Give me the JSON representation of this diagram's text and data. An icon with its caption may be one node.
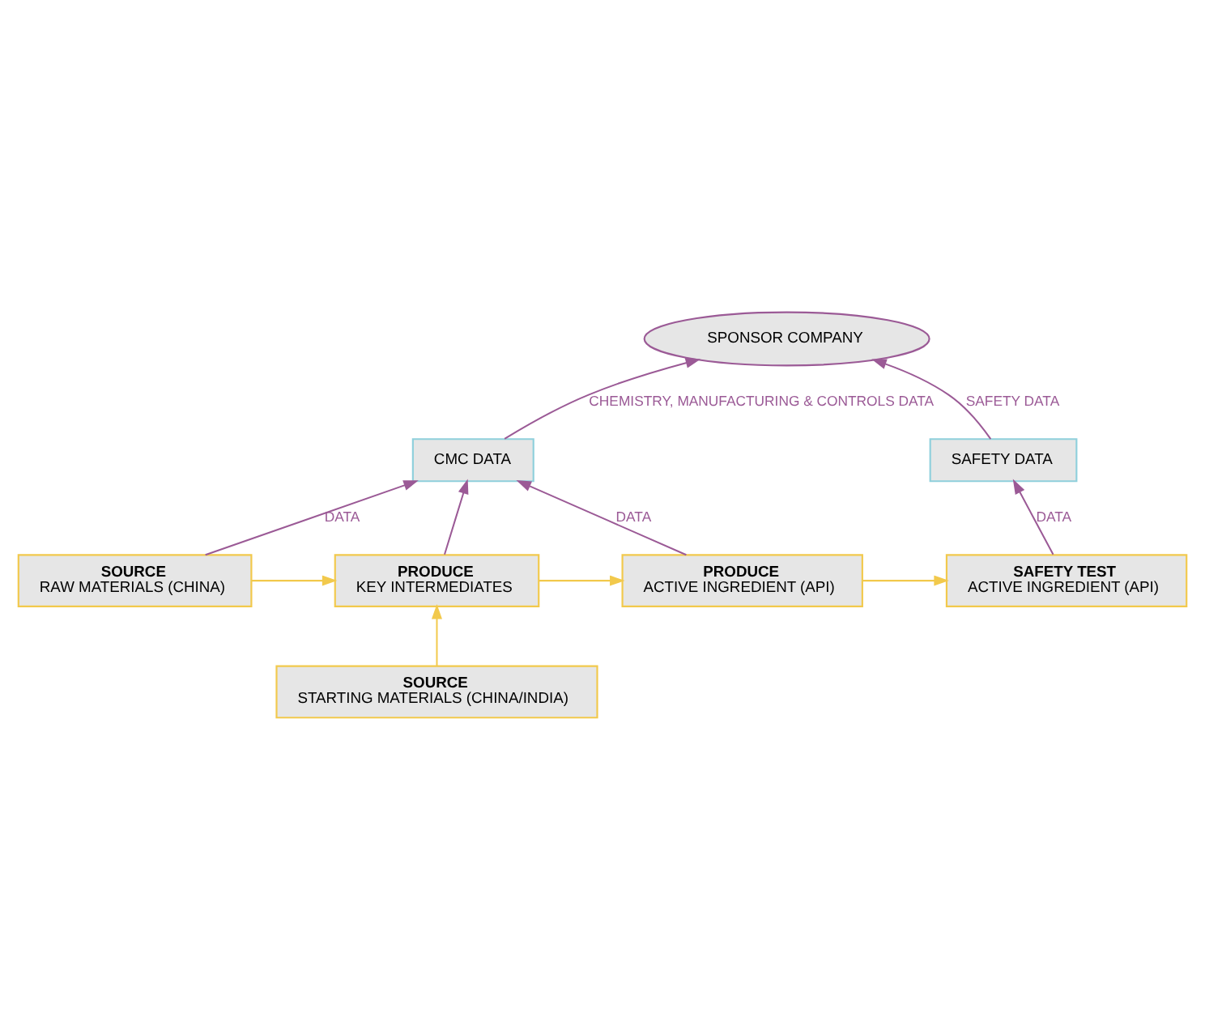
{
  "diagram": {
    "nodes": [
      {
        "text": [
          "SPONSOR COMPANY"
        ]
      },
      {
        "text": [
          "CMC DATA"
        ]
      },
      {
        "text": [
          "SAFETY DATA"
        ]
      },
      {
        "text": [
          "SOURCE",
          "RAW MATERIALS (CHINA)"
        ]
      },
      {
        "text": [
          "PRODUCE",
          "KEY INTERMEDIATES"
        ]
      },
      {
        "text": [
          "PRODUCE",
          "ACTIVE INGREDIENT (API)"
        ]
      },
      {
        "text": [
          "SAFETY TEST",
          "ACTIVE INGREDIENT (API)"
        ]
      },
      {
        "text": [
          "SOURCE",
          "STARTING MATERIALS (CHINA/INDIA)"
        ]
      }
    ],
    "edges": [
      {
        "from": 1,
        "to": 0,
        "arrow": "to",
        "label": "CHEMISTRY, MANUFACTURING & CONTROLS DATA"
      },
      {
        "from": 2,
        "to": 0,
        "arrow": "to",
        "label": "SAFETY DATA"
      },
      {
        "from": 3,
        "to": 1,
        "arrow": "to",
        "label": "DATA"
      },
      {
        "from": 4,
        "to": 1,
        "arrow": "to"
      },
      {
        "from": 5,
        "to": 1,
        "arrow": "to",
        "label": "DATA"
      },
      {
        "from": 6,
        "to": 2,
        "arrow": "to",
        "label": "DATA"
      },
      {
        "from": 3,
        "to": 4,
        "arrow": "to",
        "color": "#f2c94c"
      },
      {
        "from": 4,
        "to": 5,
        "arrow": "to",
        "color": "#f2c94c"
      },
      {
        "from": 5,
        "to": 6,
        "arrow": "to",
        "color": "#f2c94c"
      },
      {
        "from": 7,
        "to": 4,
        "arrow": "to",
        "color": "#f2c94c"
      }
    ]
  }
}
